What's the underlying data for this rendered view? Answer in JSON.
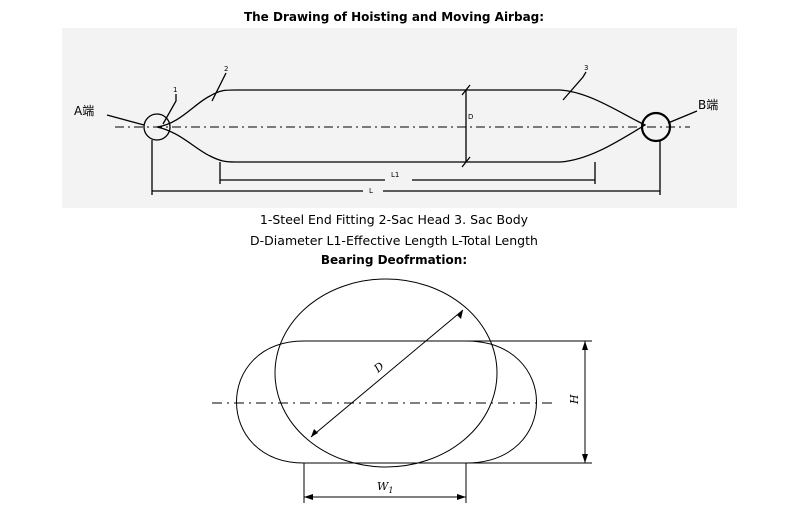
{
  "drawing1": {
    "title": "The Drawing of Hoisting and Moving Airbag:",
    "labels": {
      "a_end": "A端",
      "b_end": "B端",
      "part1": "1",
      "part2": "2",
      "part3": "3",
      "diameter": "D",
      "effective_length": "L1",
      "total_length": "L"
    }
  },
  "legend": {
    "line1": "1-Steel End Fitting 2-Sac Head 3. Sac Body",
    "line2": "D-Diameter L1-Effective Length L-Total Length"
  },
  "drawing2": {
    "title": "Bearing Deofrmation:",
    "labels": {
      "diameter": "D",
      "height": "H",
      "width_main": "W",
      "width_sub": "1"
    }
  }
}
